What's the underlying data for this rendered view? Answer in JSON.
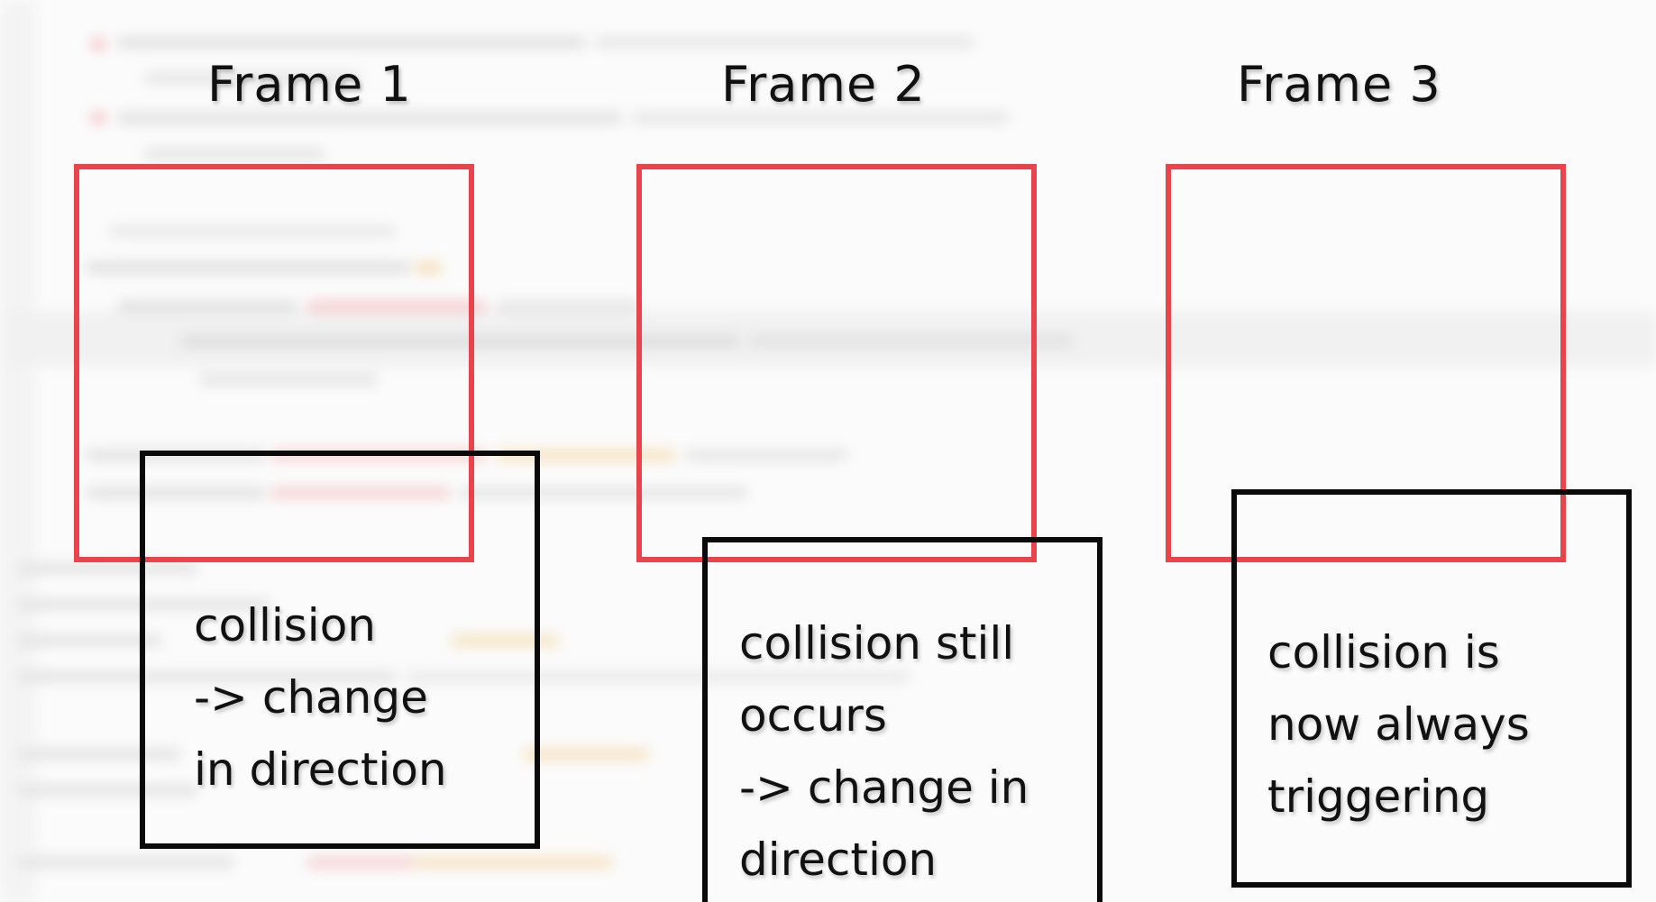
{
  "frames": [
    {
      "title": "Frame 1",
      "caption_lines": [
        "collision",
        "-> change",
        "in direction"
      ]
    },
    {
      "title": "Frame 2",
      "caption_lines": [
        "collision still",
        "occurs",
        "-> change in",
        "direction"
      ]
    },
    {
      "title": "Frame 3",
      "caption_lines": [
        "collision is",
        "now always",
        "triggering"
      ]
    }
  ],
  "colors": {
    "red_box": "#e9434c",
    "black_box": "#0a0a0a",
    "text": "#111111"
  }
}
